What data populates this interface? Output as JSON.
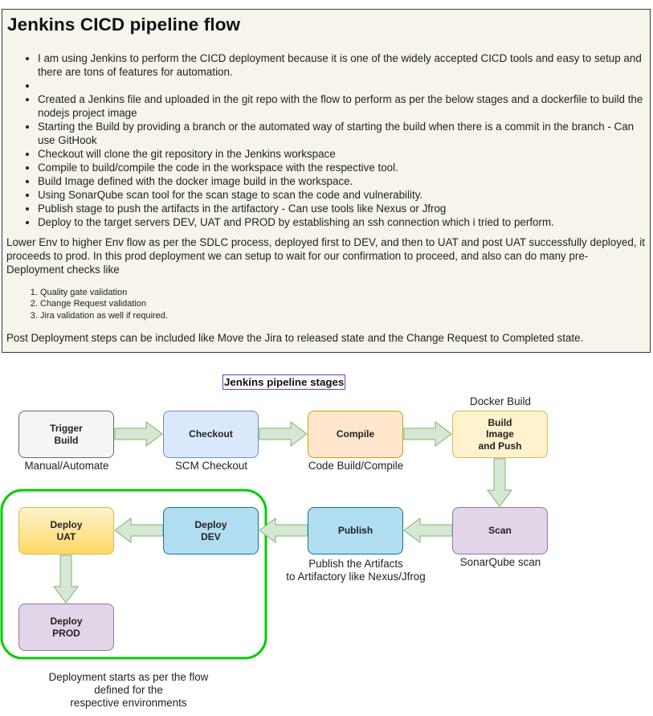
{
  "note": {
    "title": "Jenkins CICD pipeline flow",
    "bullets": [
      "I am using Jenkins to perform the CICD deployment because it is one of the widely accepted CICD tools and easy to setup and there are tons of features for automation.",
      "",
      "Created a Jenkins file and uploaded in the git repo with the flow to perform as per the below stages and a dockerfile to build the nodejs project image",
      "Starting the Build by providing a branch or the automated way of starting the build when there is a commit in the branch - Can use GitHook",
      "Checkout will clone the git repository in the Jenkins workspace",
      "Compile to build/compile the code in the workspace with the respective tool.",
      "Build Image defined with the docker image build in the workspace.",
      "Using SonarQube scan tool for the scan stage to scan the code and vulnerability.",
      "Publish stage to push the artifacts in the artifactory - Can use tools like Nexus or Jfrog",
      "Deploy to the target servers DEV, UAT and PROD by establishing an ssh connection which i tried to perform."
    ],
    "paragraph": "Lower Env to higher Env flow as per the SDLC process, deployed first to DEV, and then to UAT and post UAT successfully deployed, it proceeds to prod. In this prod deployment we can setup to wait for our confirmation to proceed, and also can do many pre-Deployment checks like",
    "checks": [
      "Quality gate validation",
      "Change Request validation",
      "Jira validation as well if required."
    ],
    "post": "Post Deployment steps can be included like Move the Jira to released state and the Change Request to Completed state."
  },
  "diagram": {
    "title": "Jenkins pipeline stages",
    "nodes": {
      "trigger": {
        "label": "Trigger\nBuild",
        "caption": "Manual/Automate",
        "fill": "#f5f5f5",
        "stroke": "#666666"
      },
      "checkout": {
        "label": "Checkout",
        "caption": "SCM Checkout",
        "fill": "#dae8fc",
        "stroke": "#6c8ebf"
      },
      "compile": {
        "label": "Compile",
        "caption": "Code Build/Compile",
        "fill": "#ffe6cc",
        "stroke": "#d79b00"
      },
      "build_image": {
        "label": "Build\nImage\nand Push",
        "caption": "Docker Build",
        "fill": "#fff2cc",
        "stroke": "#d6b656"
      },
      "scan": {
        "label": "Scan",
        "caption": "SonarQube scan",
        "fill": "#e1d5e7",
        "stroke": "#9673a6"
      },
      "publish": {
        "label": "Publish",
        "caption": "Publish the Artifacts\nto Artifactory like Nexus/Jfrog",
        "fill": "#b1ddf0",
        "stroke": "#10739e"
      },
      "deploy_dev": {
        "label": "Deploy\nDEV",
        "fill": "#b1ddf0",
        "stroke": "#10739e"
      },
      "deploy_uat": {
        "label": "Deploy\nUAT",
        "fill": "#ffd966",
        "stroke": "#d6b656"
      },
      "deploy_prod": {
        "label": "Deploy\nPROD",
        "fill": "#e1d5e7",
        "stroke": "#9673a6"
      }
    },
    "group_caption": "Deployment starts as per the flow\ndefined for the\nrespective environments",
    "colors": {
      "arrow_fill": "#d5e8d4",
      "arrow_stroke": "#82b366",
      "group_border": "#00cc00",
      "title_border": "#7a35c8"
    }
  }
}
